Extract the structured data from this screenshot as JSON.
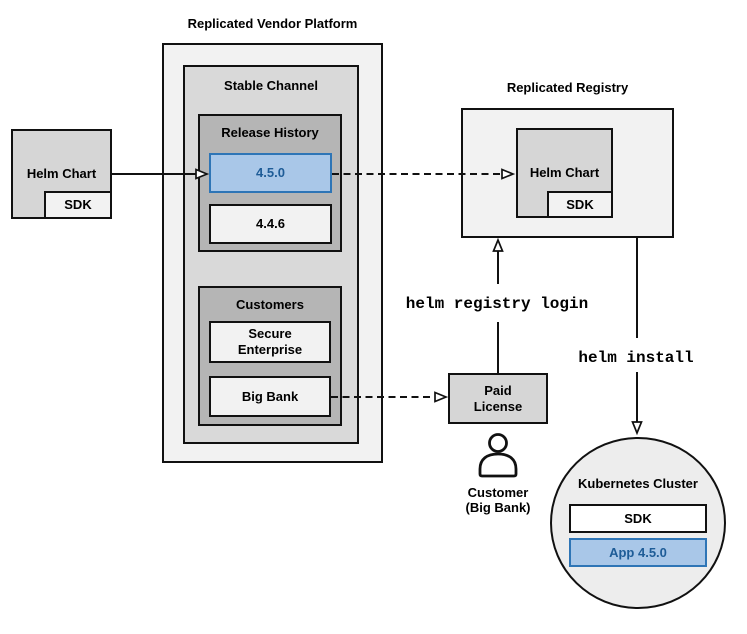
{
  "colors": {
    "highlight_fill": "#a9c7e8",
    "highlight_border": "#2e75b6",
    "highlight_text": "#1e5c97",
    "box_border": "#111111"
  },
  "platform": {
    "title": "Replicated Vendor Platform",
    "stable_channel": {
      "title": "Stable Channel",
      "release_history": {
        "title": "Release History",
        "releases": [
          {
            "version": "4.5.0",
            "highlighted": true
          },
          {
            "version": "4.4.6",
            "highlighted": false
          }
        ]
      },
      "customers": {
        "title": "Customers",
        "items": [
          {
            "name": "Secure Enterprise"
          },
          {
            "name": "Big Bank"
          }
        ]
      }
    }
  },
  "source_chart": {
    "label": "Helm Chart",
    "sdk": "SDK"
  },
  "registry": {
    "title": "Replicated Registry",
    "helm_chart": "Helm Chart",
    "sdk": "SDK"
  },
  "paid_license": {
    "label": "Paid License"
  },
  "customer": {
    "line1": "Customer",
    "line2": "(Big Bank)"
  },
  "commands": {
    "registry_login": "helm registry login",
    "install": "helm install"
  },
  "cluster": {
    "title": "Kubernetes Cluster",
    "sdk": "SDK",
    "app": "App 4.5.0"
  }
}
